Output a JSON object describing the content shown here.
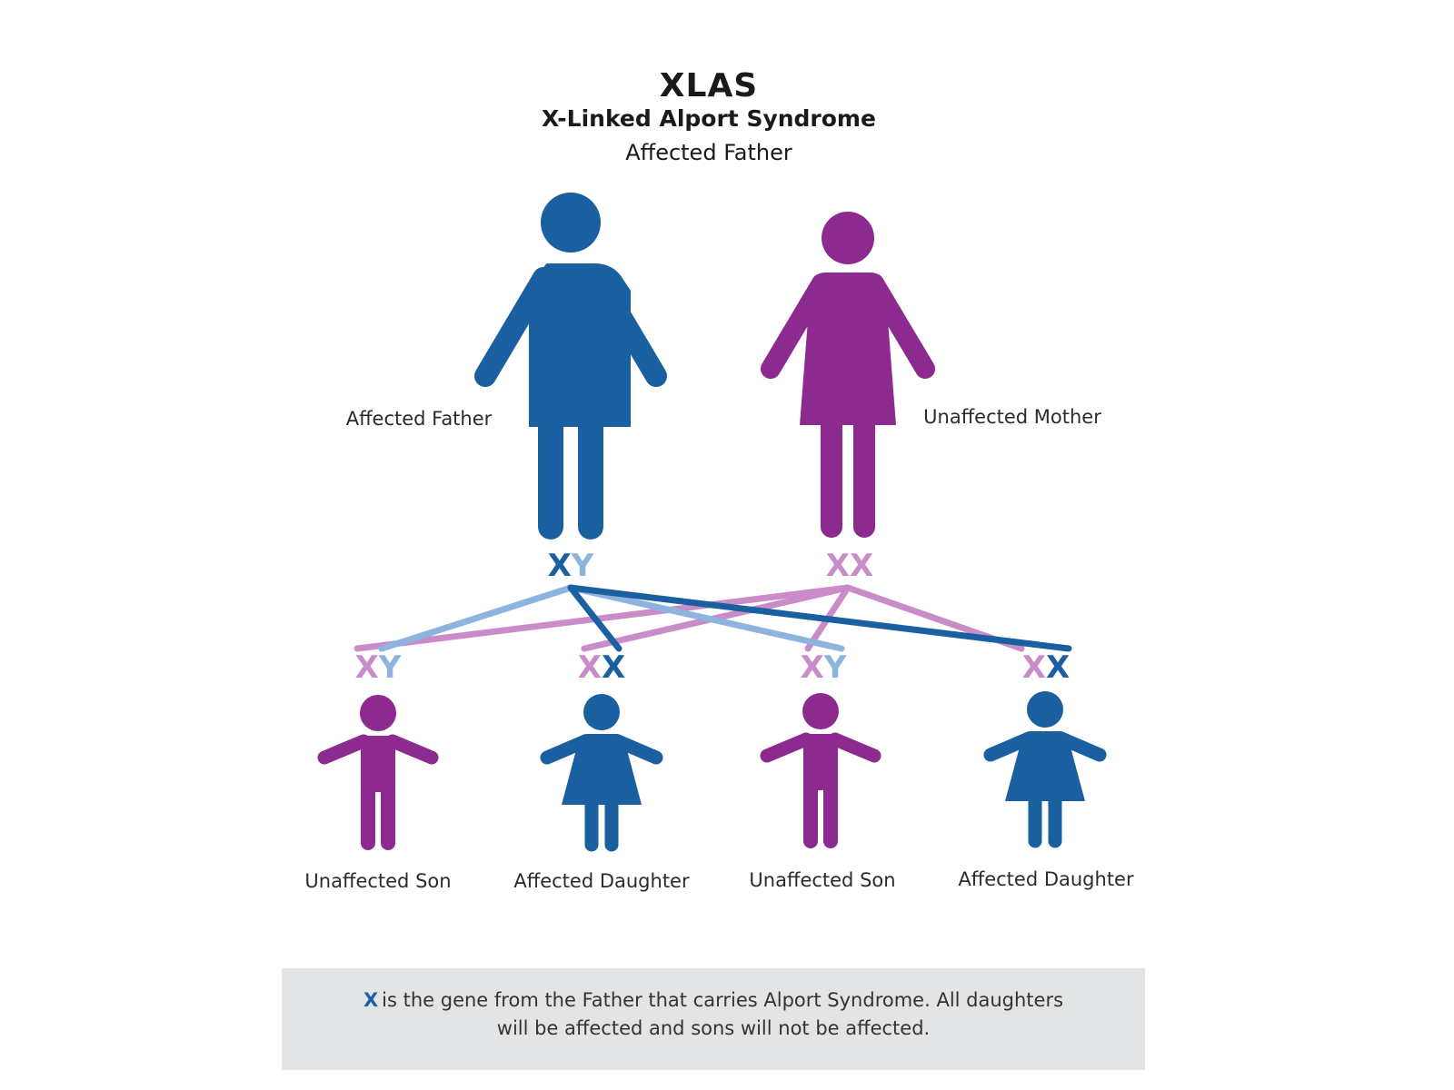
{
  "title": "XLAS",
  "subtitle": "X-Linked Alport Syndrome",
  "case": "Affected Father",
  "colors": {
    "affected_blue": "#1a5fa0",
    "light_blue": "#8db4de",
    "purple": "#8d2a8f",
    "light_purple": "#c98cc8",
    "note_bg": "#e3e4e6"
  },
  "parents": [
    {
      "label": "Affected Father",
      "genotype": [
        "X",
        "Y"
      ],
      "genotype_colors": [
        "affected_blue",
        "light_blue"
      ],
      "icon": "male-adult-icon",
      "color": "affected_blue"
    },
    {
      "label": "Unaffected Mother",
      "genotype": [
        "X",
        "X"
      ],
      "genotype_colors": [
        "light_purple",
        "light_purple"
      ],
      "icon": "female-adult-icon",
      "color": "purple"
    }
  ],
  "children": [
    {
      "label": "Unaffected Son",
      "genotype": [
        "X",
        "Y"
      ],
      "genotype_colors": [
        "light_purple",
        "light_blue"
      ],
      "icon": "male-child-icon",
      "color": "purple"
    },
    {
      "label": "Affected Daughter",
      "genotype": [
        "X",
        "X"
      ],
      "genotype_colors": [
        "light_purple",
        "affected_blue"
      ],
      "icon": "female-child-icon",
      "color": "affected_blue"
    },
    {
      "label": "Unaffected Son",
      "genotype": [
        "X",
        "Y"
      ],
      "genotype_colors": [
        "light_purple",
        "light_blue"
      ],
      "icon": "male-child-icon",
      "color": "purple"
    },
    {
      "label": "Affected Daughter",
      "genotype": [
        "X",
        "X"
      ],
      "genotype_colors": [
        "light_purple",
        "affected_blue"
      ],
      "icon": "female-child-icon",
      "color": "affected_blue"
    }
  ],
  "note": {
    "symbol": "X",
    "line1": "is the gene from the Father that carries Alport Syndrome. All daughters",
    "line2": "will be affected and sons will not be affected."
  }
}
